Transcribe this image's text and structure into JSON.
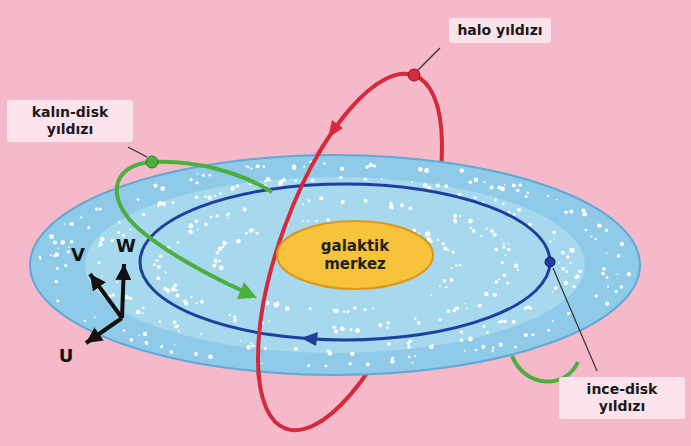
{
  "diagram": {
    "nodes": [
      {
        "text": [
          "halo yıldızı"
        ]
      },
      {
        "text": [
          "kalın-disk yıldızı"
        ]
      },
      {
        "text": [
          "galaktik merkez"
        ]
      },
      {
        "text": [
          "ince-disk yıldızı"
        ]
      }
    ],
    "labels": [
      "V",
      "W",
      "U"
    ]
  }
}
